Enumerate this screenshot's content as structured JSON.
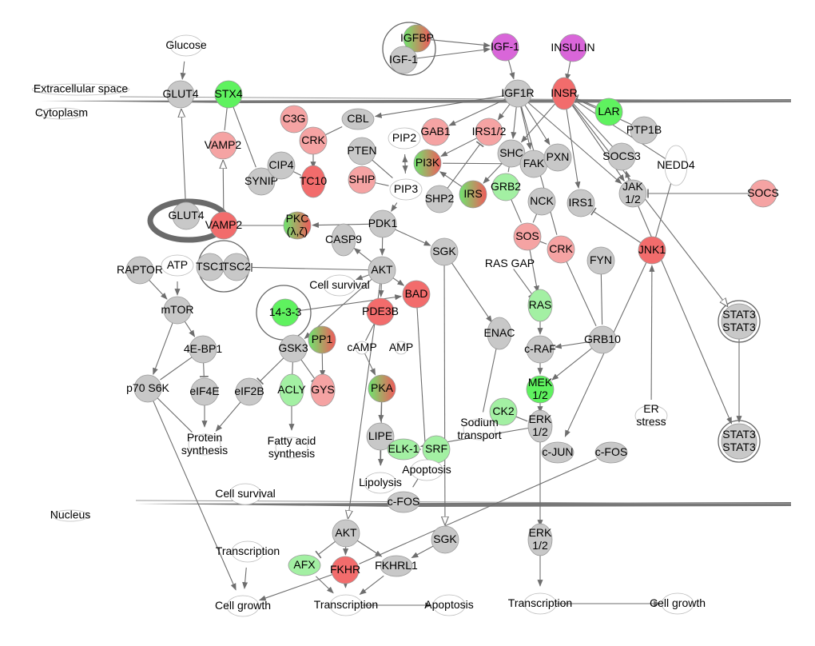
{
  "compartments": [
    {
      "id": "extracellular",
      "label": "Extracellular space"
    },
    {
      "id": "cytoplasm",
      "label": "Cytoplasm"
    },
    {
      "id": "nucleus",
      "label": "Nucleus"
    }
  ],
  "colors": {
    "gray": "#c8c8c8",
    "red": "#f26c6c",
    "lightred": "#f5a3a3",
    "green": "#5ff25f",
    "lightgreen": "#a3f0a3",
    "magenta": "#d966d9",
    "white": "#ffffff"
  },
  "nodes": [
    {
      "id": "glucose",
      "label": "Glucose",
      "color": "white"
    },
    {
      "id": "glut4_m",
      "label": "GLUT4",
      "color": "gray"
    },
    {
      "id": "stx4",
      "label": "STX4",
      "color": "green"
    },
    {
      "id": "vamp2a",
      "label": "VAMP2",
      "color": "lightred"
    },
    {
      "id": "synip",
      "label": "SYNIP",
      "color": "gray"
    },
    {
      "id": "cip4",
      "label": "CIP4",
      "color": "gray"
    },
    {
      "id": "c3g",
      "label": "C3G",
      "color": "lightred"
    },
    {
      "id": "crk1",
      "label": "CRK",
      "color": "lightred"
    },
    {
      "id": "tc10",
      "label": "TC10",
      "color": "red"
    },
    {
      "id": "cbl",
      "label": "CBL",
      "color": "gray"
    },
    {
      "id": "pten",
      "label": "PTEN",
      "color": "gray"
    },
    {
      "id": "ship",
      "label": "SHIP",
      "color": "lightred"
    },
    {
      "id": "pip2",
      "label": "PIP2",
      "color": "white"
    },
    {
      "id": "pip3",
      "label": "PIP3",
      "color": "white"
    },
    {
      "id": "gab1",
      "label": "GAB1",
      "color": "lightred"
    },
    {
      "id": "pi3k",
      "label": "PI3K",
      "color": "gradient"
    },
    {
      "id": "shp2",
      "label": "SHP2",
      "color": "gray"
    },
    {
      "id": "irs",
      "label": "IRS",
      "color": "gradient"
    },
    {
      "id": "irs12",
      "label": "IRS1/2",
      "color": "lightred"
    },
    {
      "id": "shc",
      "label": "SHC",
      "color": "gray"
    },
    {
      "id": "grb2",
      "label": "GRB2",
      "color": "lightgreen"
    },
    {
      "id": "fak",
      "label": "FAK",
      "color": "gray"
    },
    {
      "id": "pxn",
      "label": "PXN",
      "color": "gray"
    },
    {
      "id": "igfbp",
      "label": "IGFBP",
      "color": "gradient"
    },
    {
      "id": "igf1c",
      "label": "IGF-1",
      "color": "gray"
    },
    {
      "id": "igf1",
      "label": "IGF-1",
      "color": "magenta"
    },
    {
      "id": "insulin",
      "label": "INSULIN",
      "color": "magenta"
    },
    {
      "id": "igf1r",
      "label": "IGF1R",
      "color": "gray"
    },
    {
      "id": "insr",
      "label": "INSR",
      "color": "red"
    },
    {
      "id": "lar",
      "label": "LAR",
      "color": "green"
    },
    {
      "id": "ptp1b",
      "label": "PTP1B",
      "color": "gray"
    },
    {
      "id": "socs3",
      "label": "SOCS3",
      "color": "gray"
    },
    {
      "id": "nedd4",
      "label": "NEDD4",
      "color": "white"
    },
    {
      "id": "jak",
      "label": "JAK 1/2",
      "color": "gray"
    },
    {
      "id": "socs",
      "label": "SOCS",
      "color": "lightred"
    },
    {
      "id": "irs1",
      "label": "IRS1",
      "color": "gray"
    },
    {
      "id": "nck",
      "label": "NCK",
      "color": "gray"
    },
    {
      "id": "sos",
      "label": "SOS",
      "color": "lightred"
    },
    {
      "id": "crk2",
      "label": "CRK",
      "color": "lightred"
    },
    {
      "id": "jnk1",
      "label": "JNK1",
      "color": "red"
    },
    {
      "id": "fyn",
      "label": "FYN",
      "color": "gray"
    },
    {
      "id": "rasgap",
      "label": "RAS GAP",
      "color": "none"
    },
    {
      "id": "ras",
      "label": "RAS",
      "color": "lightgreen"
    },
    {
      "id": "craf",
      "label": "c-RAF",
      "color": "gray"
    },
    {
      "id": "grb10",
      "label": "GRB10",
      "color": "gray"
    },
    {
      "id": "mek",
      "label": "MEK 1/2",
      "color": "green"
    },
    {
      "id": "erk",
      "label": "ERK 1/2",
      "color": "gray"
    },
    {
      "id": "ck2",
      "label": "CK2",
      "color": "lightgreen"
    },
    {
      "id": "enac",
      "label": "ENAC",
      "color": "gray"
    },
    {
      "id": "sodium",
      "label": "Sodium transport",
      "color": "white"
    },
    {
      "id": "er",
      "label": "ER stress",
      "color": "white"
    },
    {
      "id": "stat3a",
      "label": "STAT3 STAT3",
      "color": "gray"
    },
    {
      "id": "stat3b",
      "label": "STAT3 STAT3",
      "color": "gray"
    },
    {
      "id": "cjun",
      "label": "c-JUN",
      "color": "gray"
    },
    {
      "id": "cfos",
      "label": "c-FOS",
      "color": "gray"
    },
    {
      "id": "glut4_v",
      "label": "GLUT4",
      "color": "gray"
    },
    {
      "id": "vamp2b",
      "label": "VAMP2",
      "color": "red"
    },
    {
      "id": "pkc",
      "label": "PKC (λ,ζ)",
      "color": "gradient"
    },
    {
      "id": "casp9",
      "label": "CASP9",
      "color": "gray"
    },
    {
      "id": "pdk1",
      "label": "PDK1",
      "color": "gray"
    },
    {
      "id": "sgk",
      "label": "SGK",
      "color": "gray"
    },
    {
      "id": "akt",
      "label": "AKT",
      "color": "gray"
    },
    {
      "id": "tsc1",
      "label": "TSC1",
      "color": "gray"
    },
    {
      "id": "tsc2",
      "label": "TSC2",
      "color": "gray"
    },
    {
      "id": "raptor",
      "label": "RAPTOR",
      "color": "gray"
    },
    {
      "id": "atp",
      "label": "ATP",
      "color": "white"
    },
    {
      "id": "mtor",
      "label": "mTOR",
      "color": "gray"
    },
    {
      "id": "cellsurv1",
      "label": "Cell survival",
      "color": "white"
    },
    {
      "id": "bad",
      "label": "BAD",
      "color": "red"
    },
    {
      "id": "pde3b",
      "label": "PDE3B",
      "color": "red"
    },
    {
      "id": "p1433",
      "label": "14-3-3",
      "color": "green"
    },
    {
      "id": "pp1",
      "label": "PP1",
      "color": "gradient"
    },
    {
      "id": "gsk3",
      "label": "GSK3",
      "color": "gray"
    },
    {
      "id": "camp",
      "label": "cAMP",
      "color": "white"
    },
    {
      "id": "amp",
      "label": "AMP",
      "color": "white"
    },
    {
      "id": "ebp1",
      "label": "4E-BP1",
      "color": "gray"
    },
    {
      "id": "p70",
      "label": "p70 S6K",
      "color": "gray"
    },
    {
      "id": "eif4e",
      "label": "eIF4E",
      "color": "gray"
    },
    {
      "id": "eif2b",
      "label": "eIF2B",
      "color": "gray"
    },
    {
      "id": "acly",
      "label": "ACLY",
      "color": "lightgreen"
    },
    {
      "id": "gys",
      "label": "GYS",
      "color": "lightred"
    },
    {
      "id": "pka",
      "label": "PKA",
      "color": "gradient"
    },
    {
      "id": "protsyn",
      "label": "Protein synthesis",
      "color": "white"
    },
    {
      "id": "fatty",
      "label": "Fatty acid synthesis",
      "color": "white"
    },
    {
      "id": "lipe",
      "label": "LIPE",
      "color": "gray"
    },
    {
      "id": "elk1",
      "label": "ELK-1",
      "color": "lightgreen"
    },
    {
      "id": "srf",
      "label": "SRF",
      "color": "lightgreen"
    },
    {
      "id": "apop1",
      "label": "Apoptosis",
      "color": "white"
    },
    {
      "id": "lipolysis",
      "label": "Lipolysis",
      "color": "white"
    },
    {
      "id": "cfos2",
      "label": "c-FOS",
      "color": "gray"
    },
    {
      "id": "cellsurv2",
      "label": "Cell survival",
      "color": "white"
    },
    {
      "id": "akt2",
      "label": "AKT",
      "color": "gray"
    },
    {
      "id": "sgk2",
      "label": "SGK",
      "color": "gray"
    },
    {
      "id": "transc1",
      "label": "Transcription",
      "color": "white"
    },
    {
      "id": "afx",
      "label": "AFX",
      "color": "lightgreen"
    },
    {
      "id": "fkhr",
      "label": "FKHR",
      "color": "red"
    },
    {
      "id": "fkhrl1",
      "label": "FKHRL1",
      "color": "gray"
    },
    {
      "id": "erk2",
      "label": "ERK 1/2",
      "color": "gray"
    },
    {
      "id": "cellgrowth1",
      "label": "Cell growth",
      "color": "white"
    },
    {
      "id": "transc2",
      "label": "Transcription",
      "color": "white"
    },
    {
      "id": "apop2",
      "label": "Apoptosis",
      "color": "white"
    },
    {
      "id": "transc3",
      "label": "Transcription",
      "color": "white"
    },
    {
      "id": "cellgrowth2",
      "label": "Cell growth",
      "color": "white"
    }
  ],
  "edges": [
    [
      "glucose",
      "glut4_m",
      "arrow"
    ],
    [
      "glut4_v",
      "glut4_m",
      "open"
    ],
    [
      "vamp2b",
      "vamp2a",
      "open"
    ],
    [
      "stx4",
      "vamp2a",
      "line"
    ],
    [
      "stx4",
      "synip",
      "line"
    ],
    [
      "c3g",
      "crk1",
      "line"
    ],
    [
      "crk1",
      "tc10",
      "arrow"
    ],
    [
      "cip4",
      "tc10",
      "line"
    ],
    [
      "crk1",
      "cbl",
      "line"
    ],
    [
      "igf1r",
      "cbl",
      "arrow"
    ],
    [
      "igfbp",
      "igf1",
      "arrow"
    ],
    [
      "igf1c",
      "igf1",
      "arrow"
    ],
    [
      "igf1",
      "igf1r",
      "arrow"
    ],
    [
      "insulin",
      "insr",
      "arrow"
    ],
    [
      "igf1r",
      "gab1",
      "arrow"
    ],
    [
      "igf1r",
      "irs12",
      "arrow"
    ],
    [
      "igf1r",
      "shc",
      "arrow"
    ],
    [
      "igf1r",
      "fak",
      "arrow"
    ],
    [
      "igf1r",
      "pxn",
      "arrow"
    ],
    [
      "igf1r",
      "jak",
      "arrow"
    ],
    [
      "igf1r",
      "crk2",
      "line"
    ],
    [
      "insr",
      "shc",
      "arrow"
    ],
    [
      "insr",
      "irs1",
      "arrow"
    ],
    [
      "insr",
      "jak",
      "arrow"
    ],
    [
      "insr",
      "stat3a",
      "open"
    ],
    [
      "lar",
      "insr",
      "inhibit"
    ],
    [
      "ptp1b",
      "insr",
      "line"
    ],
    [
      "socs3",
      "insr",
      "line"
    ],
    [
      "nedd4",
      "insr",
      "line"
    ],
    [
      "irs12",
      "pi3k",
      "arrow"
    ],
    [
      "irs",
      "pi3k",
      "arrow"
    ],
    [
      "fak",
      "pi3k",
      "line"
    ],
    [
      "shp2",
      "irs12",
      "inhibit"
    ],
    [
      "shc",
      "grb2",
      "line"
    ],
    [
      "shc",
      "irs",
      "arrow"
    ],
    [
      "pten",
      "pip3",
      "line"
    ],
    [
      "ship",
      "pip3",
      "line"
    ],
    [
      "pip2",
      "pip3",
      "arrow"
    ],
    [
      "pip3",
      "pip2",
      "arrow"
    ],
    [
      "pip3",
      "pdk1",
      "arrow"
    ],
    [
      "grb2",
      "sos",
      "line"
    ],
    [
      "nck",
      "sos",
      "line"
    ],
    [
      "sos",
      "crk2",
      "line"
    ],
    [
      "sos",
      "ras",
      "arrow"
    ],
    [
      "rasgap",
      "ras",
      "inhibit"
    ],
    [
      "ras",
      "craf",
      "arrow"
    ],
    [
      "craf",
      "mek",
      "arrow"
    ],
    [
      "mek",
      "erk",
      "arrow"
    ],
    [
      "grb10",
      "craf",
      "arrow"
    ],
    [
      "grb10",
      "mek",
      "arrow"
    ],
    [
      "fyn",
      "grb10",
      "line"
    ],
    [
      "crk2",
      "grb10",
      "line"
    ],
    [
      "jnk1",
      "irs1",
      "inhibit"
    ],
    [
      "jnk1",
      "cjun",
      "arrow"
    ],
    [
      "er",
      "jnk1",
      "arrow"
    ],
    [
      "jnk1",
      "nedd4",
      "line"
    ],
    [
      "jak",
      "socs3",
      "arrow"
    ],
    [
      "socs",
      "jak",
      "inhibit"
    ],
    [
      "jak",
      "stat3b",
      "arrow"
    ],
    [
      "stat3a",
      "stat3b",
      "arrow"
    ],
    [
      "erk",
      "cjun",
      "arrow"
    ],
    [
      "erk",
      "erk2",
      "arrow"
    ],
    [
      "erk",
      "elk1",
      "arrow"
    ],
    [
      "ck2",
      "erk",
      "line"
    ],
    [
      "enac",
      "sodium",
      "line"
    ],
    [
      "sgk",
      "enac",
      "arrow"
    ],
    [
      "pdk1",
      "pkc",
      "arrow"
    ],
    [
      "pkc",
      "vamp2b",
      "line"
    ],
    [
      "pdk1",
      "akt",
      "arrow"
    ],
    [
      "pdk1",
      "sgk",
      "arrow"
    ],
    [
      "akt",
      "tsc2",
      "inhibit"
    ],
    [
      "akt",
      "bad",
      "arrow"
    ],
    [
      "akt",
      "cellsurv1",
      "arrow"
    ],
    [
      "akt",
      "pde3b",
      "arrow"
    ],
    [
      "akt",
      "gsk3",
      "arrow"
    ],
    [
      "akt",
      "casp9",
      "arrow"
    ],
    [
      "akt",
      "akt2",
      "open"
    ],
    [
      "p1433",
      "bad",
      "arrow"
    ],
    [
      "raptor",
      "mtor",
      "arrow"
    ],
    [
      "atp",
      "mtor",
      "arrow"
    ],
    [
      "mtor",
      "ebp1",
      "arrow"
    ],
    [
      "mtor",
      "p70",
      "arrow"
    ],
    [
      "ebp1",
      "eif4e",
      "inhibit"
    ],
    [
      "ebp1",
      "p70",
      "line"
    ],
    [
      "p70",
      "protsyn",
      "line"
    ],
    [
      "eif4e",
      "protsyn",
      "arrow"
    ],
    [
      "eif2b",
      "protsyn",
      "arrow"
    ],
    [
      "gsk3",
      "eif2b",
      "inhibit"
    ],
    [
      "gsk3",
      "acly",
      "inhibit"
    ],
    [
      "gsk3",
      "gys",
      "inhibit"
    ],
    [
      "pp1",
      "gys",
      "arrow"
    ],
    [
      "acly",
      "fatty",
      "arrow"
    ],
    [
      "camp",
      "pka",
      "arrow"
    ],
    [
      "pde3b",
      "camp",
      "line"
    ],
    [
      "pka",
      "lipe",
      "arrow"
    ],
    [
      "pka",
      "lipolysis",
      "arrow"
    ],
    [
      "lipe",
      "lipolysis",
      "line"
    ],
    [
      "bad",
      "apop1",
      "arrow"
    ],
    [
      "elk1",
      "srf",
      "line"
    ],
    [
      "srf",
      "cfos2",
      "line"
    ],
    [
      "sgk",
      "sgk2",
      "open"
    ],
    [
      "akt2",
      "afx",
      "inhibit"
    ],
    [
      "akt2",
      "fkhr",
      "arrow"
    ],
    [
      "akt2",
      "fkhrl1",
      "arrow"
    ],
    [
      "sgk2",
      "fkhrl1",
      "arrow"
    ],
    [
      "afx",
      "transc2",
      "arrow"
    ],
    [
      "fkhr",
      "transc2",
      "arrow"
    ],
    [
      "fkhrl1",
      "transc2",
      "arrow"
    ],
    [
      "transc2",
      "apop2",
      "arrow"
    ],
    [
      "transc1",
      "cellgrowth1",
      "arrow"
    ],
    [
      "p70",
      "cellgrowth1",
      "arrow"
    ],
    [
      "fkhr",
      "cellgrowth1",
      "arrow"
    ],
    [
      "erk2",
      "transc3",
      "arrow"
    ],
    [
      "transc3",
      "cellgrowth2",
      "arrow"
    ],
    [
      "cfos",
      "fkhr",
      "line"
    ]
  ]
}
